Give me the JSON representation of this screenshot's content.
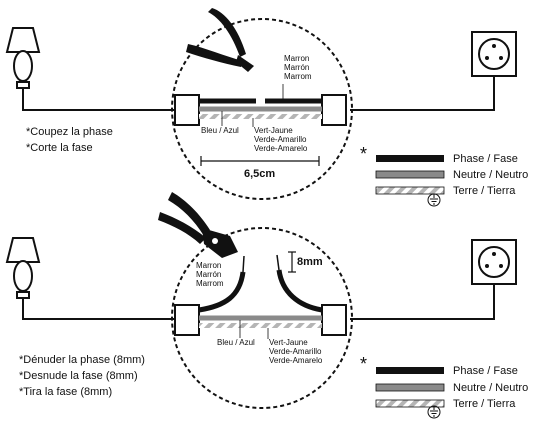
{
  "step1": {
    "instructions": [
      "*Coupez la phase",
      "*Corte la fase"
    ],
    "wire_labels": {
      "brown": [
        "Marron",
        "Marrón",
        "Marrom"
      ],
      "blue": "Bleu / Azul",
      "green_yellow": [
        "Vert-Jaune",
        "Verde-Amarillo",
        "Verde-Amarelo"
      ]
    },
    "measurement": "6,5cm"
  },
  "step2": {
    "instructions": [
      "*Dénuder la phase (8mm)",
      "*Desnude la fase (8mm)",
      "*Tira la fase (8mm)"
    ],
    "wire_labels": {
      "brown": [
        "Marron",
        "Marrón",
        "Marrom"
      ],
      "blue": "Bleu / Azul",
      "green_yellow": [
        "Vert-Jaune",
        "Verde-Amarillo",
        "Verde-Amarelo"
      ]
    },
    "measurement": "8mm"
  },
  "legend": {
    "asterisk": "*",
    "items": [
      {
        "label": "Phase / Fase",
        "color": "#111111"
      },
      {
        "label": "Neutre / Neutro",
        "color": "#8a8a8a"
      },
      {
        "label": "Terre / Tierra",
        "color": "#b5b5b5"
      }
    ]
  }
}
